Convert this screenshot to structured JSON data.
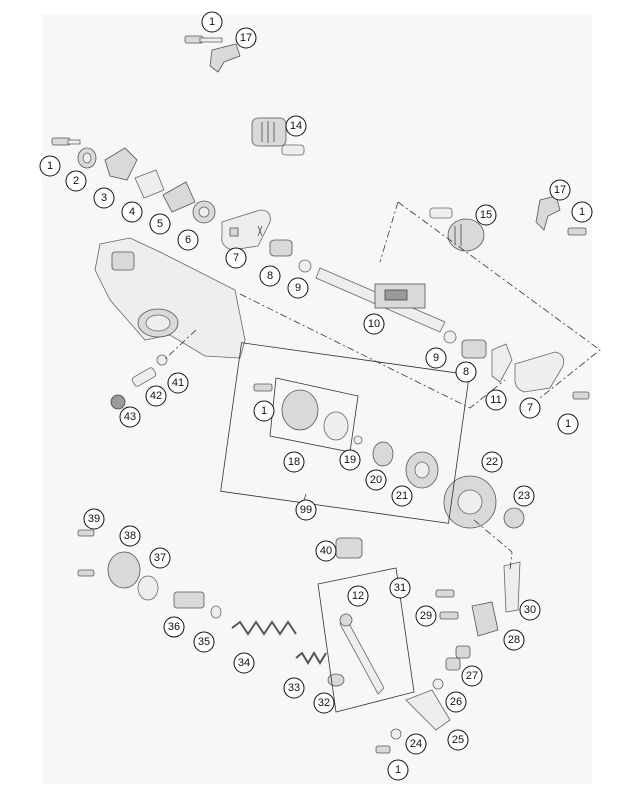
{
  "diagram": {
    "labels": [
      "1",
      "17",
      "14",
      "1",
      "2",
      "3",
      "4",
      "5",
      "6",
      "7",
      "8",
      "9",
      "10",
      "15",
      "17",
      "1",
      "9",
      "8",
      "11",
      "7",
      "1",
      "41",
      "42",
      "43",
      "1",
      "18",
      "19",
      "20",
      "21",
      "99",
      "22",
      "23",
      "39",
      "38",
      "37",
      "40",
      "31",
      "12",
      "29",
      "30",
      "36",
      "35",
      "34",
      "28",
      "27",
      "33",
      "32",
      "26",
      "24",
      "25",
      "1"
    ]
  }
}
